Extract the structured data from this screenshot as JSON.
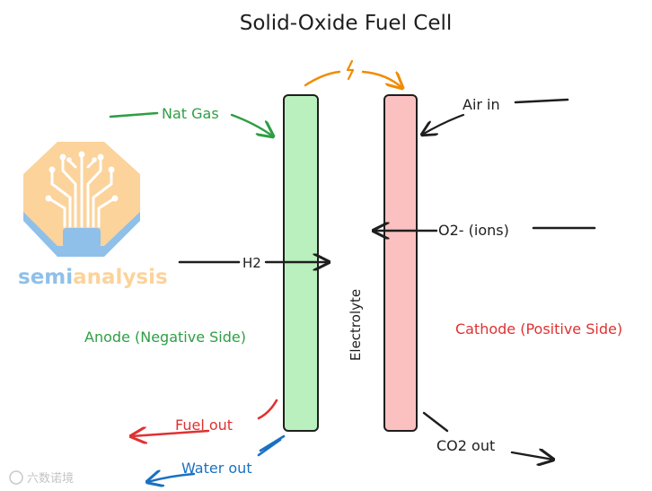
{
  "title": "Solid-Oxide Fuel Cell",
  "labels": {
    "nat_gas": "Nat Gas",
    "air_in": "Air in",
    "h2": "H2",
    "o2_ions": "O2- (ions)",
    "electrolyte": "Electrolyte",
    "anode": "Anode (Negative Side)",
    "cathode": "Cathode (Positive Side)",
    "fuel_out": "Fuel out",
    "water_out": "Water out",
    "co2_out": "CO2 out"
  },
  "logo": {
    "text_semi": "semi",
    "text_analysis": "analysis"
  },
  "watermark": "六数诺境",
  "colors": {
    "anode_fill": "#b9f0bd",
    "cathode_fill": "#fbc0c0",
    "green": "#2f9e44",
    "red": "#e03131",
    "blue": "#1971c2",
    "orange": "#f08c00",
    "dark": "#1e1e1e",
    "logo_orange": "#fbd39b",
    "logo_blue": "#8fc0ea"
  },
  "icons": {
    "spark": "lightning-icon"
  }
}
